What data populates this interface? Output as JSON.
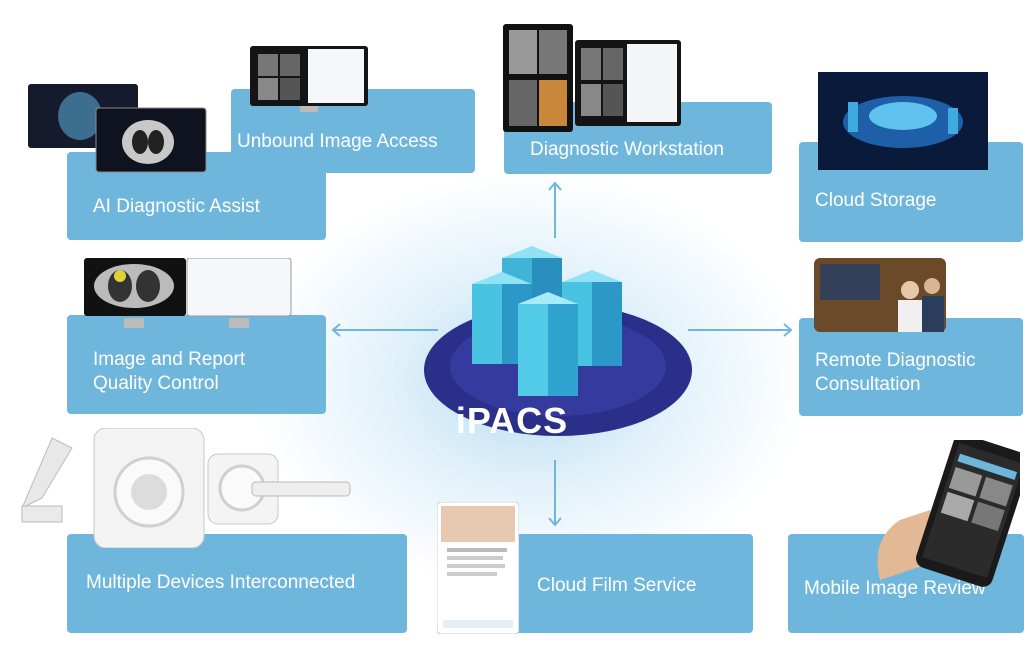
{
  "hub": {
    "title": "iPACS"
  },
  "cards": {
    "unbound": "Unbound Image Access",
    "workstation": "Diagnostic Workstation",
    "cloud_storage": "Cloud Storage",
    "ai_assist": "AI Diagnostic Assist",
    "quality_control_line1": "Image and Report",
    "quality_control_line2": "Quality Control",
    "remote_consult_line1": "Remote Diagnostic",
    "remote_consult_line2": "Consultation",
    "devices": "Multiple Devices Interconnected",
    "cloud_film": "Cloud Film Service",
    "mobile": "Mobile Image Review"
  },
  "colors": {
    "card": "#6fb6dc",
    "arrow": "#6fb6dc",
    "hub_dark": "#2a2f8a",
    "tower": "#49c6e0"
  },
  "icons": [
    "monitor-icon",
    "server-tower-icon",
    "phone-icon",
    "ct-scanner-icon",
    "cloud-datacenter-icon"
  ]
}
